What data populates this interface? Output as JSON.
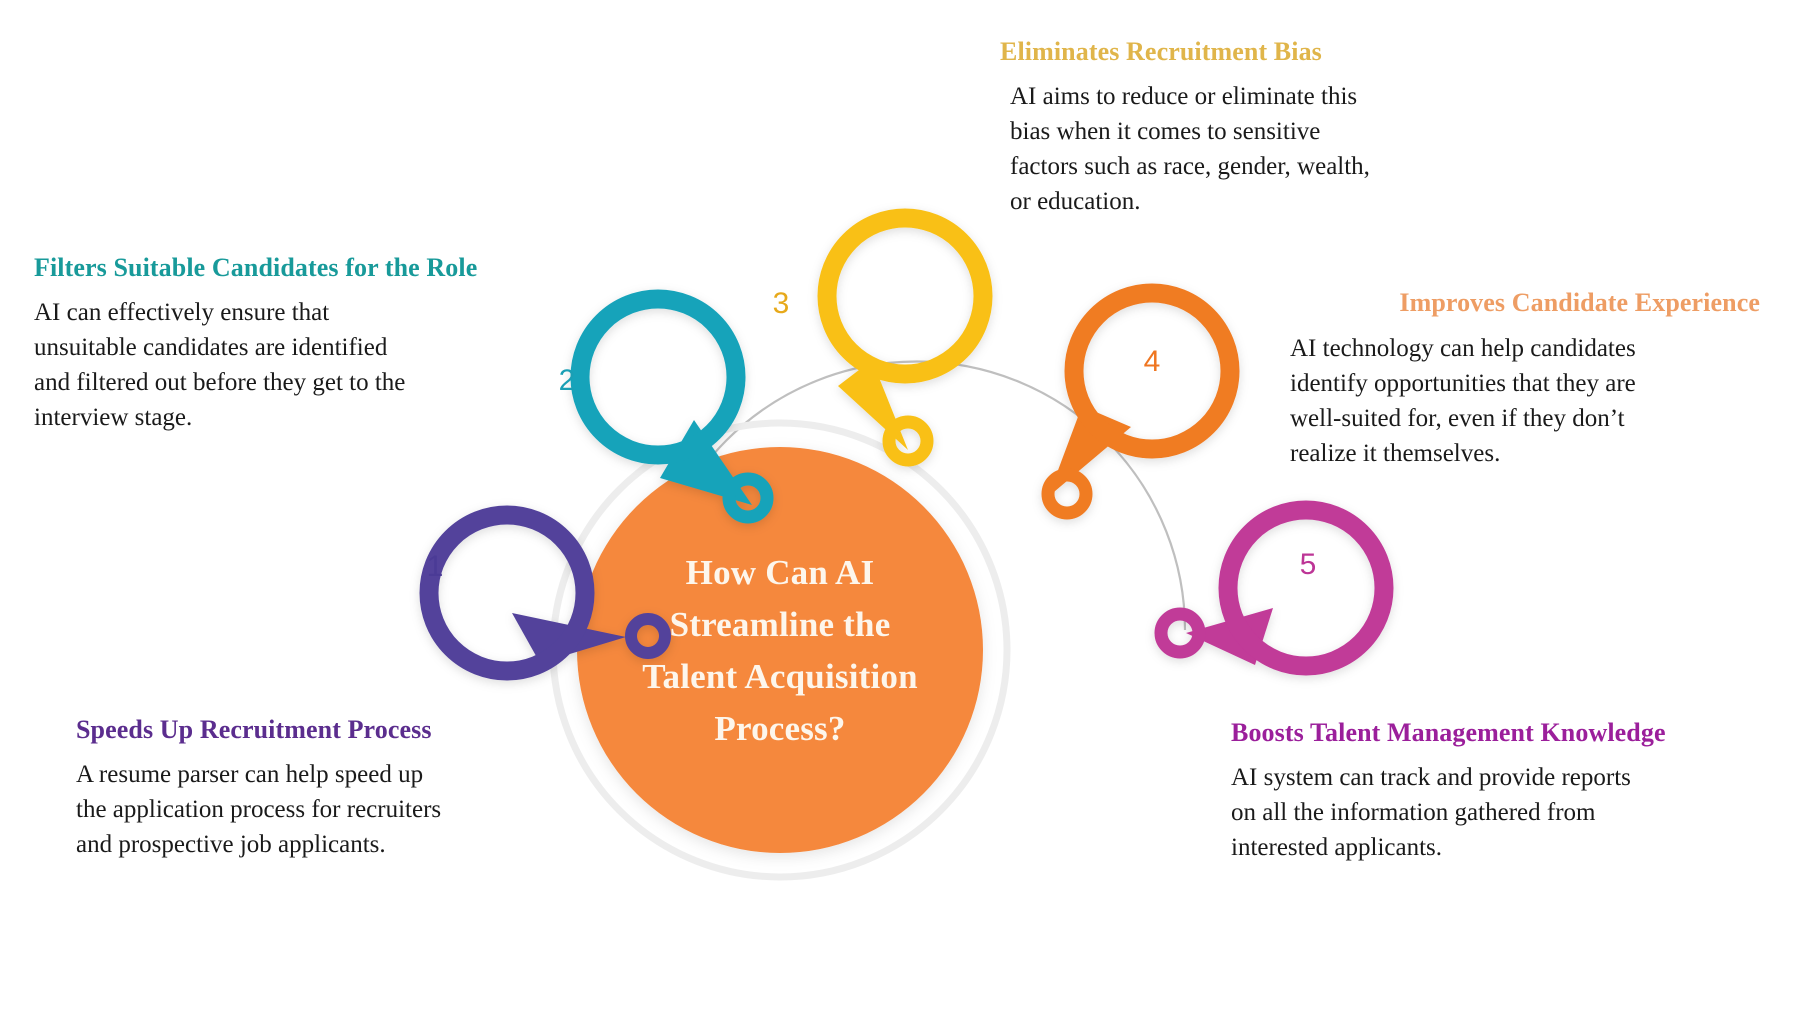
{
  "center": {
    "lines": [
      "How Can AI",
      "Streamline the",
      "Talent Acquisition",
      "Process?"
    ],
    "full_text": "How Can AI Streamline the Talent Acquisition Process?",
    "fill_color": "#F5883C",
    "text_color": "#FDF6EC"
  },
  "colors": {
    "background": "#FFFFFF",
    "arc": "#BFBFBF",
    "body_text": "#1A1A1A",
    "step1": "#52439B",
    "step2": "#16A3BA",
    "step3": "#F9C016",
    "step4": "#F07B22",
    "step5": "#C13A98"
  },
  "steps": [
    {
      "number": "1",
      "heading": "Speeds Up Recruitment Process",
      "heading_color": "#5B2D8E",
      "ring_color": "#52439B",
      "body": "A resume parser can help speed up the application process for recruiters and prospective job applicants.",
      "body_lines": [
        "A resume parser can help speed up",
        "the application process for recruiters",
        "and prospective job applicants."
      ]
    },
    {
      "number": "2",
      "heading": "Filters Suitable Candidates for the Role",
      "heading_color": "#189A9A",
      "ring_color": "#16A3BA",
      "body": "AI can effectively ensure that unsuitable candidates are identified and filtered out before they get to the interview stage.",
      "body_lines": [
        "AI can effectively ensure that",
        "unsuitable candidates are identified",
        "and filtered out before they get to the",
        "interview stage."
      ]
    },
    {
      "number": "3",
      "heading": "Eliminates Recruitment Bias",
      "heading_color": "#E0B54A",
      "ring_color": "#F9C016",
      "body": "AI aims to reduce or eliminate this bias when it comes to sensitive factors such as race, gender, wealth, or education.",
      "body_lines": [
        "AI aims to reduce or eliminate this",
        "bias when it comes to sensitive",
        "factors such as race, gender, wealth,",
        "or education."
      ]
    },
    {
      "number": "4",
      "heading": "Improves Candidate Experience",
      "heading_color": "#EE9D64",
      "ring_color": "#F07B22",
      "body": "AI technology can help candidates identify opportunities that they are well-suited for, even if they don’t realize it themselves.",
      "body_lines": [
        "AI technology can help candidates",
        "identify opportunities that they are",
        "well-suited for, even if they don’t",
        "realize it themselves."
      ]
    },
    {
      "number": "5",
      "heading": "Boosts Talent Management Knowledge",
      "heading_color": "#9B1F9B",
      "ring_color": "#C13A98",
      "body": "AI system can track and provide reports on all the information gathered from interested applicants.",
      "body_lines": [
        "AI system can track and provide reports",
        "on all the information gathered from",
        "interested applicants."
      ]
    }
  ]
}
